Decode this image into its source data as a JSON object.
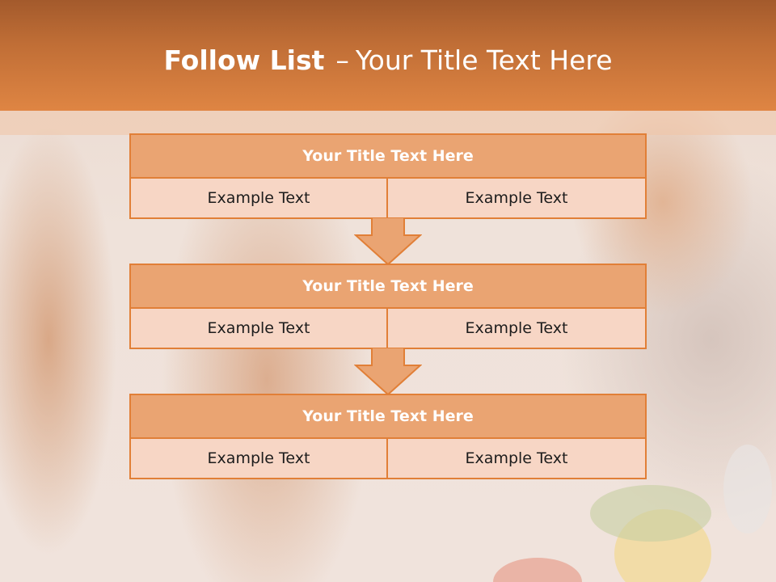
{
  "slide": {
    "title_bold": "Follow List",
    "title_sep": "–",
    "title_rest": "Your Title Text Here"
  },
  "colors": {
    "header": "#df8543",
    "block_title_fill": "#eaa472",
    "cell_fill": "#f7d6c5",
    "border": "#e17f37"
  },
  "flow": [
    {
      "title": "Your Title Text Here",
      "left": "Example Text",
      "right": "Example Text"
    },
    {
      "title": "Your Title Text Here",
      "left": "Example Text",
      "right": "Example Text"
    },
    {
      "title": "Your Title Text Here",
      "left": "Example Text",
      "right": "Example Text"
    }
  ],
  "icons": [
    "arrow-down-icon",
    "arrow-down-icon"
  ]
}
